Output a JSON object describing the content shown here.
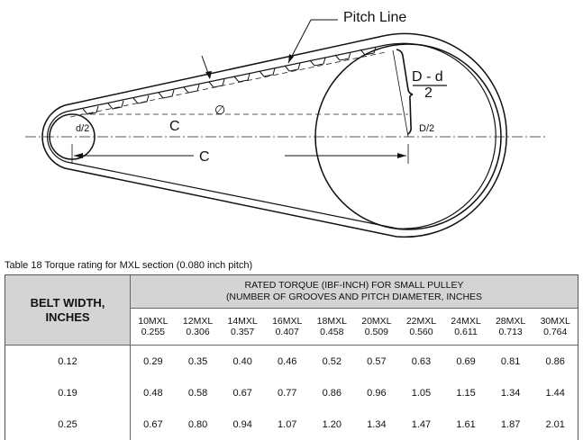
{
  "diagram": {
    "pitch_line_label": "Pitch Line",
    "center_distance_label": "C",
    "center_distance_label_2": "C",
    "small_radius_label": "d/2",
    "large_radius_label": "D/2",
    "diameter_symbol": "∅",
    "fraction_numerator": "D - d",
    "fraction_denominator": "2"
  },
  "table": {
    "caption": "Table 18 Torque rating for MXL section (0.080 inch pitch)",
    "row_header_line1": "BELT WIDTH,",
    "row_header_line2": "INCHES",
    "group_header_line1": "RATED TORQUE (IBF-INCH) FOR SMALL PULLEY",
    "group_header_line2": "(NUMBER OF GROOVES AND PITCH DIAMETER, INCHES",
    "columns": [
      {
        "name": "10MXL",
        "diameter": "0.255"
      },
      {
        "name": "12MXL",
        "diameter": "0.306"
      },
      {
        "name": "14MXL",
        "diameter": "0.357"
      },
      {
        "name": "16MXL",
        "diameter": "0.407"
      },
      {
        "name": "18MXL",
        "diameter": "0.458"
      },
      {
        "name": "20MXL",
        "diameter": "0.509"
      },
      {
        "name": "22MXL",
        "diameter": "0.560"
      },
      {
        "name": "24MXL",
        "diameter": "0.611"
      },
      {
        "name": "28MXL",
        "diameter": "0.713"
      },
      {
        "name": "30MXL",
        "diameter": "0.764"
      }
    ],
    "rows": [
      {
        "width": "0.12",
        "values": [
          "0.29",
          "0.35",
          "0.40",
          "0.46",
          "0.52",
          "0.57",
          "0.63",
          "0.69",
          "0.81",
          "0.86"
        ]
      },
      {
        "width": "0.19",
        "values": [
          "0.48",
          "0.58",
          "0.67",
          "0.77",
          "0.86",
          "0.96",
          "1.05",
          "1.15",
          "1.34",
          "1.44"
        ]
      },
      {
        "width": "0.25",
        "values": [
          "0.67",
          "0.80",
          "0.94",
          "1.07",
          "1.20",
          "1.34",
          "1.47",
          "1.61",
          "1.87",
          "2.01"
        ]
      }
    ]
  }
}
